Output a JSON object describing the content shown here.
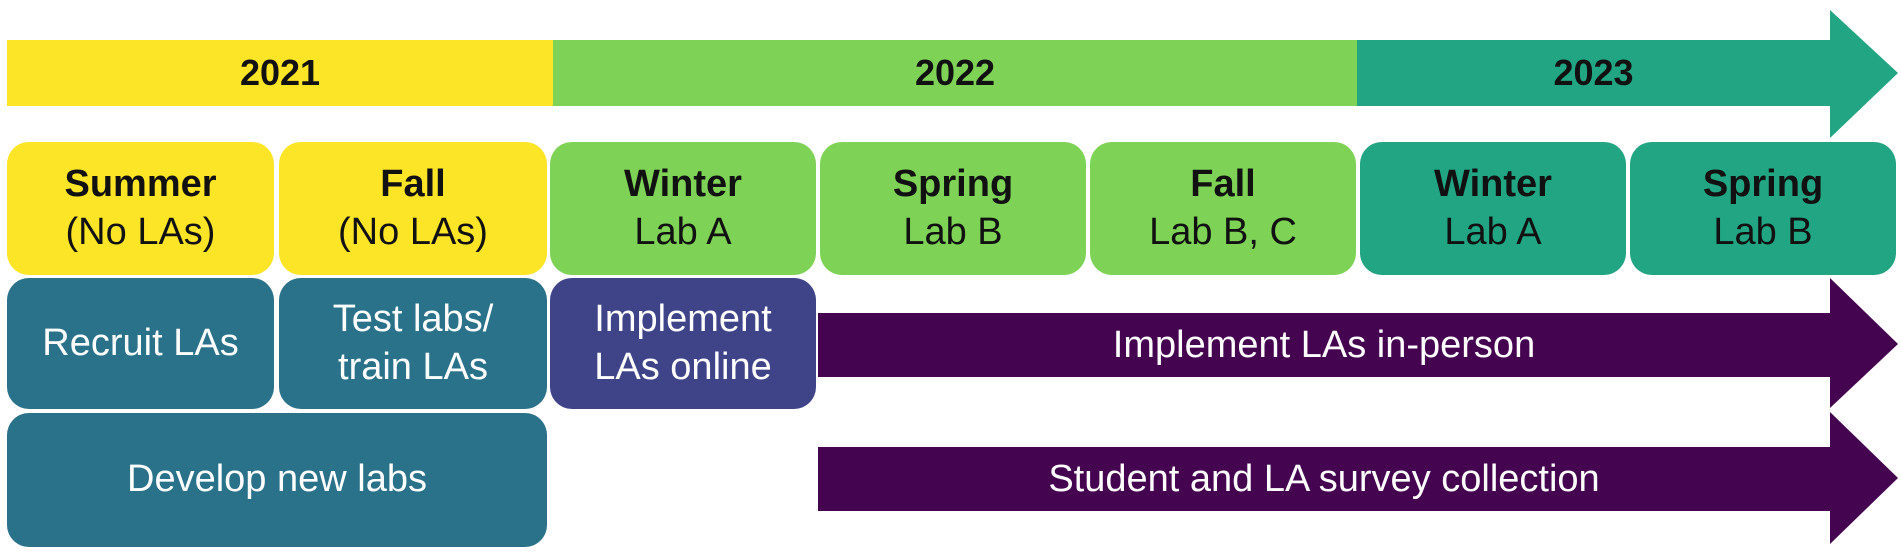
{
  "years": [
    {
      "label": "2021",
      "color": "#FCE526"
    },
    {
      "label": "2022",
      "color": "#7ED256"
    },
    {
      "label": "2023",
      "color": "#21A583"
    }
  ],
  "terms": [
    {
      "season": "Summer",
      "detail": "(No LAs)",
      "color": "#FCE526"
    },
    {
      "season": "Fall",
      "detail": "(No LAs)",
      "color": "#FCE526"
    },
    {
      "season": "Winter",
      "detail": "Lab A",
      "color": "#7ED256"
    },
    {
      "season": "Spring",
      "detail": "Lab B",
      "color": "#7ED256"
    },
    {
      "season": "Fall",
      "detail": "Lab B, C",
      "color": "#7ED256"
    },
    {
      "season": "Winter",
      "detail": "Lab A",
      "color": "#21A583"
    },
    {
      "season": "Spring",
      "detail": "Lab B",
      "color": "#21A583"
    }
  ],
  "tasks": {
    "recruit": "Recruit LAs",
    "test_line1": "Test labs/",
    "test_line2": "train LAs",
    "implement_online_line1": "Implement",
    "implement_online_line2": "LAs online",
    "develop": "Develop new labs",
    "implement_in_person": "Implement LAs in-person",
    "survey": "Student and LA survey collection"
  },
  "colors": {
    "teal_task": "#2A7289",
    "online_task": "#3F4488",
    "arrow_purple": "#44044F"
  }
}
